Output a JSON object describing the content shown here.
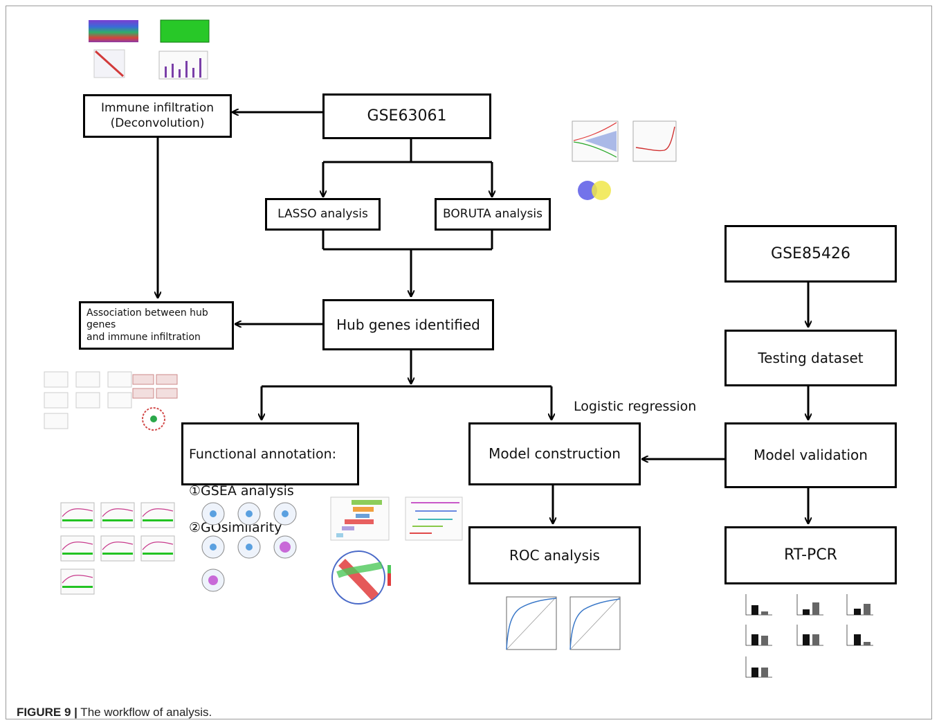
{
  "nodes": {
    "immune": "Immune infiltration\n(Deconvolution)",
    "gse63061": "GSE63061",
    "lasso": "LASSO analysis",
    "boruta": "BORUTA analysis",
    "hub": "Hub genes identified",
    "association": "Association between hub genes\nand immune infiltration",
    "functional_title": "Functional annotation:",
    "functional_item1": "①GSEA analysis",
    "functional_item2": "②GOsimilarity",
    "model_construction": "Model construction",
    "roc": "ROC analysis",
    "gse85426": "GSE85426",
    "testing": "Testing dataset",
    "model_validation": "Model validation",
    "rtpcr": "RT-PCR"
  },
  "edge_labels": {
    "logistic": "Logistic regression"
  },
  "caption": {
    "label": "FIGURE 9 |",
    "text": " The workflow of analysis."
  },
  "colors": {
    "border": "#000000",
    "venn_a": "#5a5ae6",
    "venn_b": "#f0e64a",
    "gsea_green": "#22c322",
    "roc_line": "#3a78c8",
    "chord_red": "#e03c3c",
    "chord_green": "#4ec85a"
  }
}
